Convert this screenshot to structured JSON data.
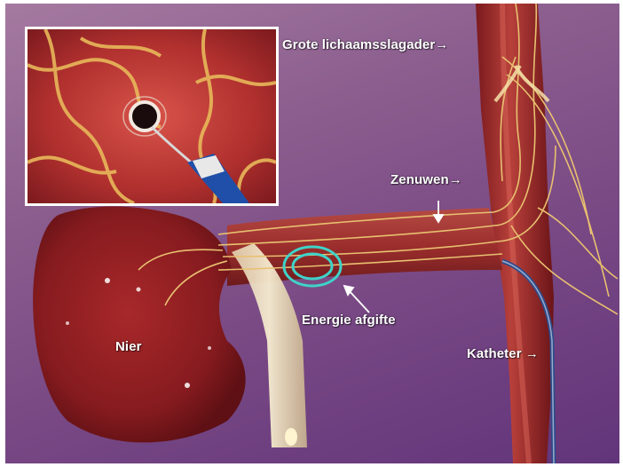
{
  "labels": {
    "aorta": "Grote lichaamsslagader→",
    "nerves": "Zenuwen→",
    "energy": "Energie afgifte",
    "kidney": "Nier",
    "catheter": "Katheter →"
  },
  "colors": {
    "background": "#7a4a85",
    "kidney": "#8e1b1f",
    "artery": "#a8302f",
    "nerve": "#e8c070",
    "energy_ring": "#3fd3c8"
  }
}
